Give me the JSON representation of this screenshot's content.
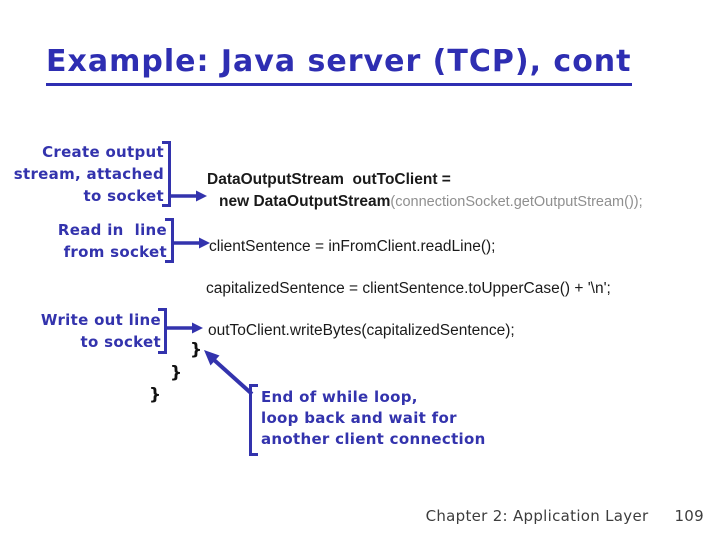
{
  "slide": {
    "title": "Example: Java server (TCP), cont",
    "footer": {
      "label": "Chapter 2: Application Layer",
      "page_number": "109"
    }
  },
  "annotations": [
    {
      "id": "create-output-stream",
      "lines": [
        "Create output",
        "stream, attached",
        "to socket"
      ]
    },
    {
      "id": "read-in-line",
      "lines": [
        "Read in  line",
        "from socket"
      ]
    },
    {
      "id": "write-out-line",
      "lines": [
        "Write out line",
        "to socket"
      ]
    },
    {
      "id": "end-of-while-loop",
      "lines": [
        "End of while loop,",
        "loop back and wait for",
        "another client connection"
      ]
    }
  ],
  "code": {
    "line1": "DataOutputStream  outToClient =",
    "line2_bold": "new DataOutputStream",
    "line2_rest": "(connectionSocket.getOutputStream());",
    "line3": "clientSentence = inFromClient.readLine();",
    "line4": "capitalizedSentence = clientSentence.toUpperCase() + '\\n';",
    "line5": "outToClient.writeBytes(capitalizedSentence);",
    "brace1": "}",
    "brace2": "}",
    "brace3": "}"
  },
  "colors": {
    "accent": "#3333ad",
    "title": "#2e2eb2",
    "code-text": "#1a1a1a",
    "code-muted": "#8f8f8f",
    "footer": "#3d3d3d"
  }
}
